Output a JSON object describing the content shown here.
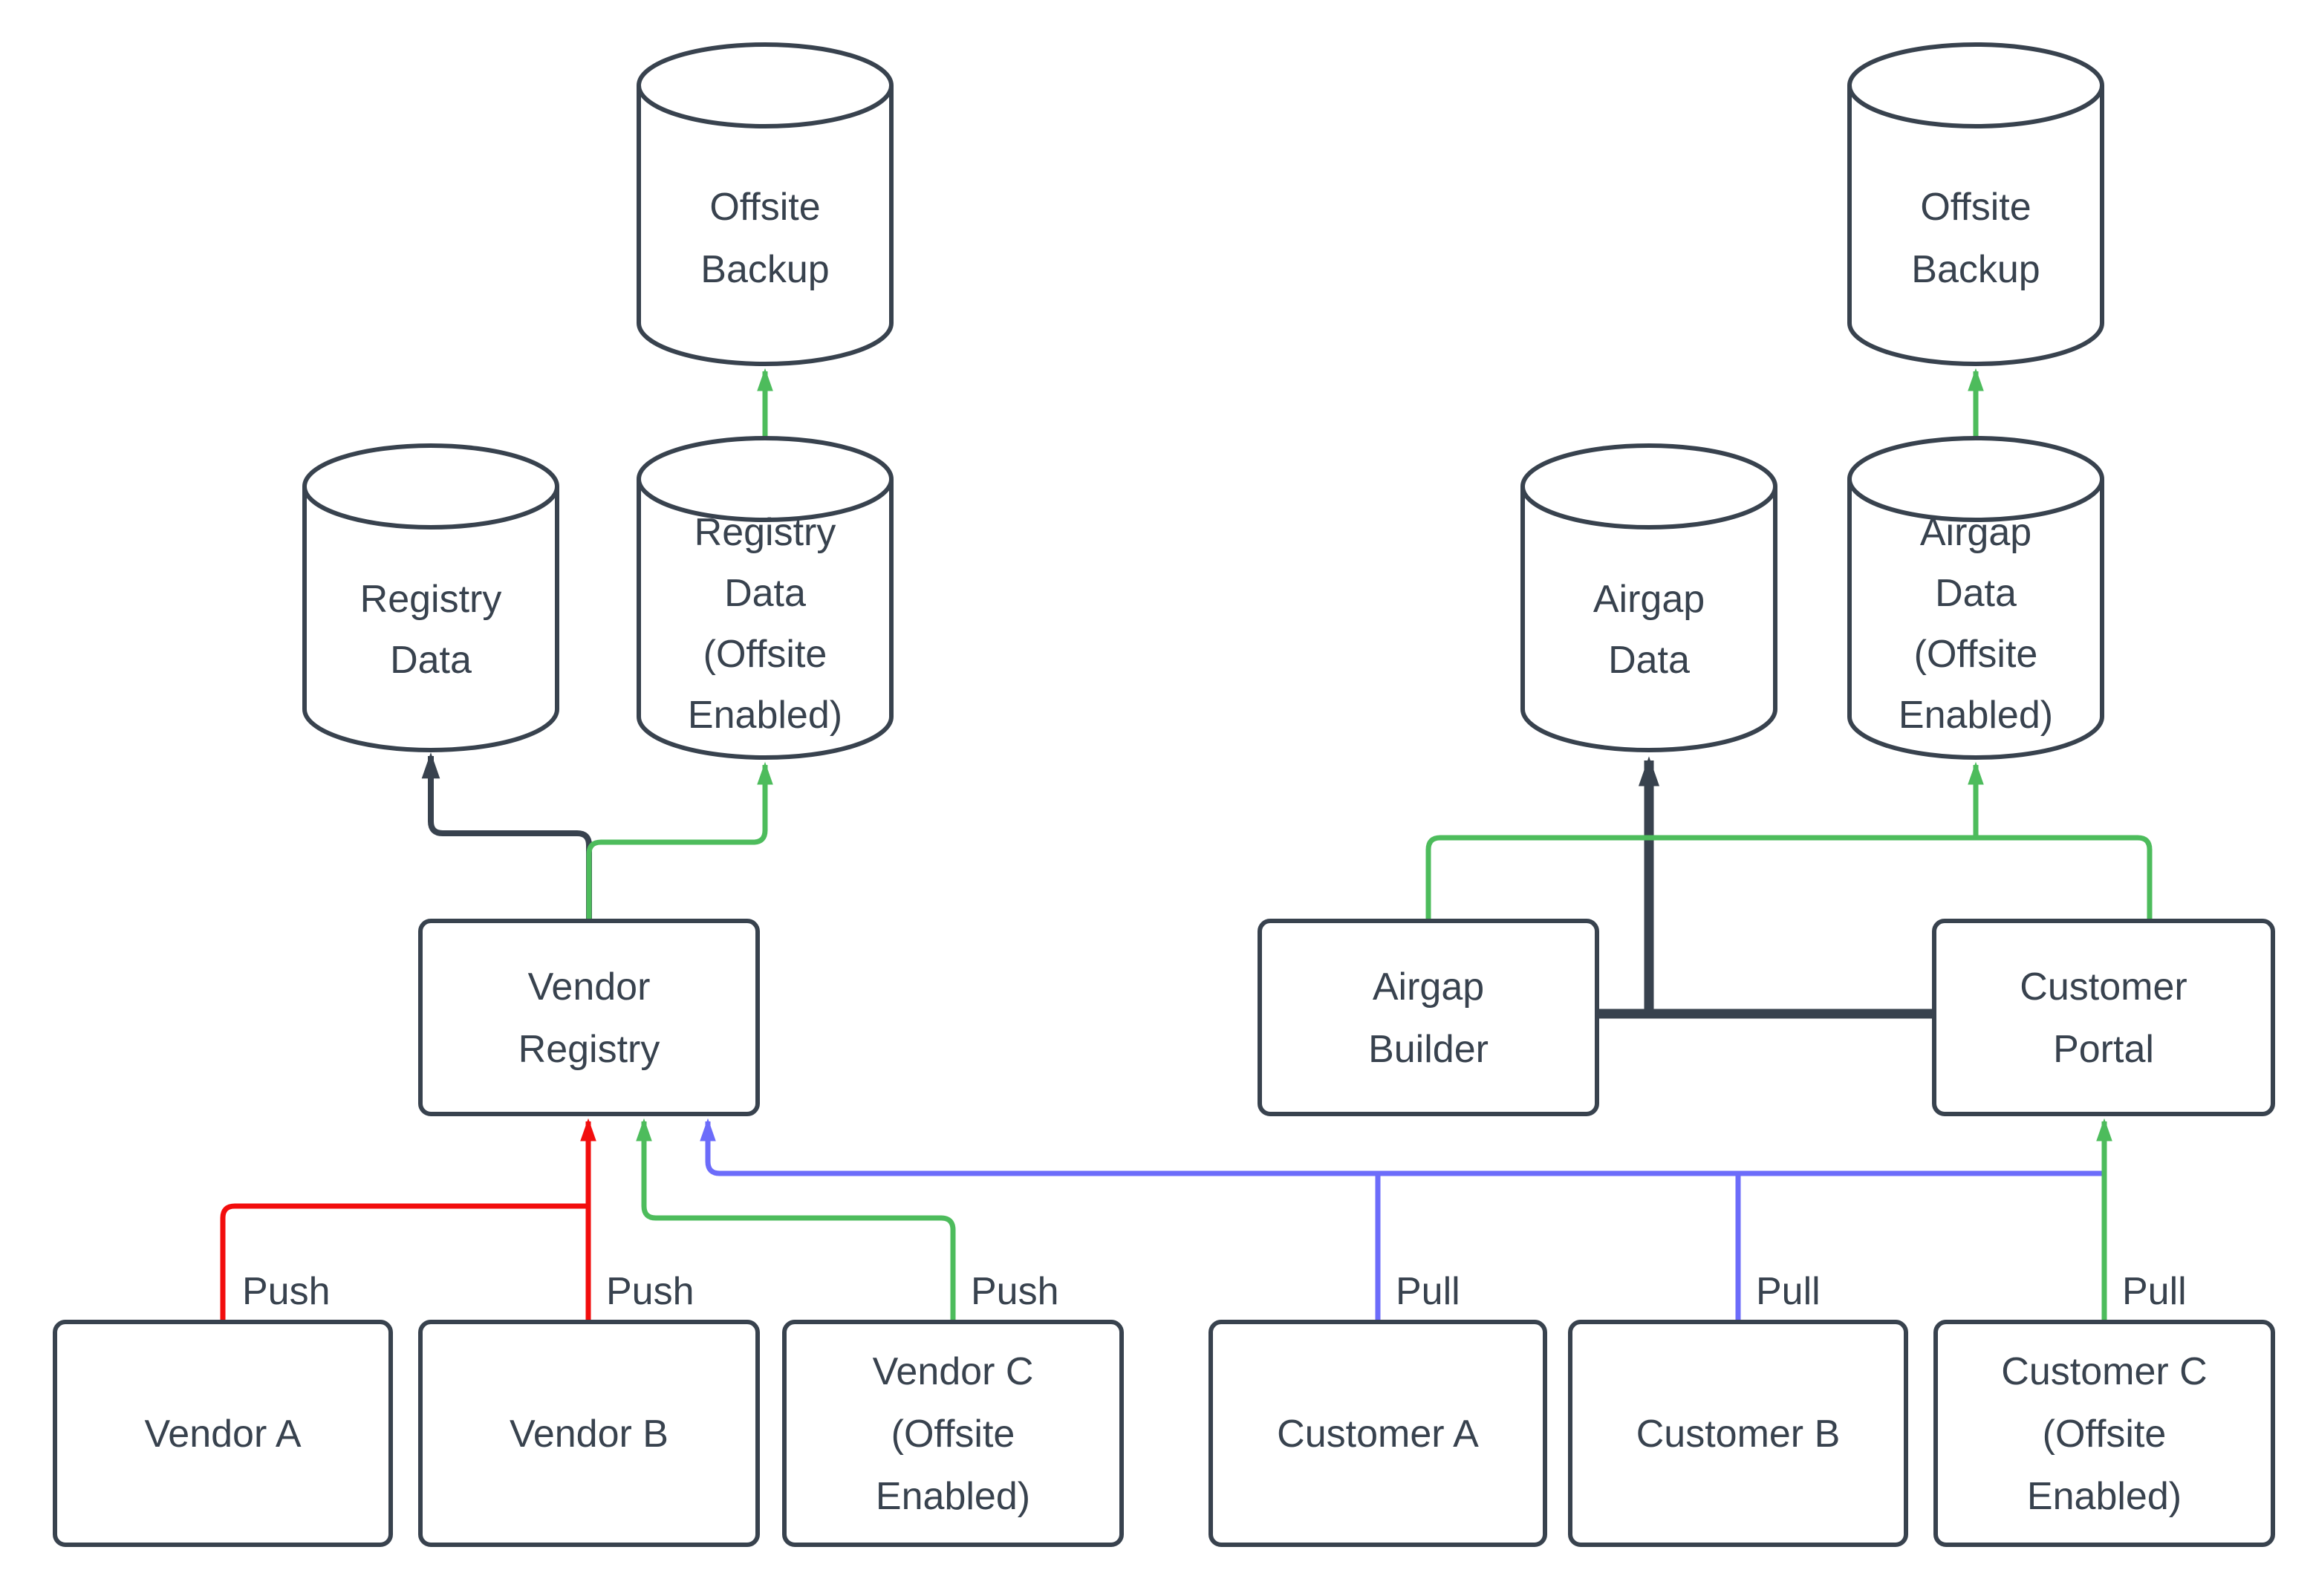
{
  "colors": {
    "outline": "#38424E",
    "text": "#38424E",
    "dark": "#38424E",
    "green": "#4DBC5C",
    "red": "#F20D0D",
    "blue": "#6C6CFA",
    "background": "#FFFFFF"
  },
  "nodes": {
    "offsite_backup_left": {
      "shape": "cylinder",
      "lines": [
        "Offsite",
        "Backup"
      ]
    },
    "registry_data": {
      "shape": "cylinder",
      "lines": [
        "Registry",
        "Data"
      ]
    },
    "registry_data_offsite": {
      "shape": "cylinder",
      "lines": [
        "Registry",
        "Data",
        "(Offsite",
        "Enabled)"
      ]
    },
    "vendor_registry": {
      "shape": "box",
      "lines": [
        "Vendor",
        "Registry"
      ]
    },
    "vendor_a": {
      "shape": "box",
      "lines": [
        "Vendor A"
      ]
    },
    "vendor_b": {
      "shape": "box",
      "lines": [
        "Vendor B"
      ]
    },
    "vendor_c": {
      "shape": "box",
      "lines": [
        "Vendor C",
        "(Offsite",
        "Enabled)"
      ]
    },
    "offsite_backup_right": {
      "shape": "cylinder",
      "lines": [
        "Offsite",
        "Backup"
      ]
    },
    "airgap_data": {
      "shape": "cylinder",
      "lines": [
        "Airgap",
        "Data"
      ]
    },
    "airgap_data_offsite": {
      "shape": "cylinder",
      "lines": [
        "Airgap",
        "Data",
        "(Offsite",
        "Enabled)"
      ]
    },
    "airgap_builder": {
      "shape": "box",
      "lines": [
        "Airgap",
        "Builder"
      ]
    },
    "customer_portal": {
      "shape": "box",
      "lines": [
        "Customer",
        "Portal"
      ]
    },
    "customer_a": {
      "shape": "box",
      "lines": [
        "Customer A"
      ]
    },
    "customer_b": {
      "shape": "box",
      "lines": [
        "Customer B"
      ]
    },
    "customer_c": {
      "shape": "box",
      "lines": [
        "Customer C",
        "(Offsite",
        "Enabled)"
      ]
    }
  },
  "edge_labels": {
    "vendor_a": "Push",
    "vendor_b": "Push",
    "vendor_c": "Push",
    "customer_a": "Pull",
    "customer_b": "Pull",
    "customer_c": "Pull"
  }
}
